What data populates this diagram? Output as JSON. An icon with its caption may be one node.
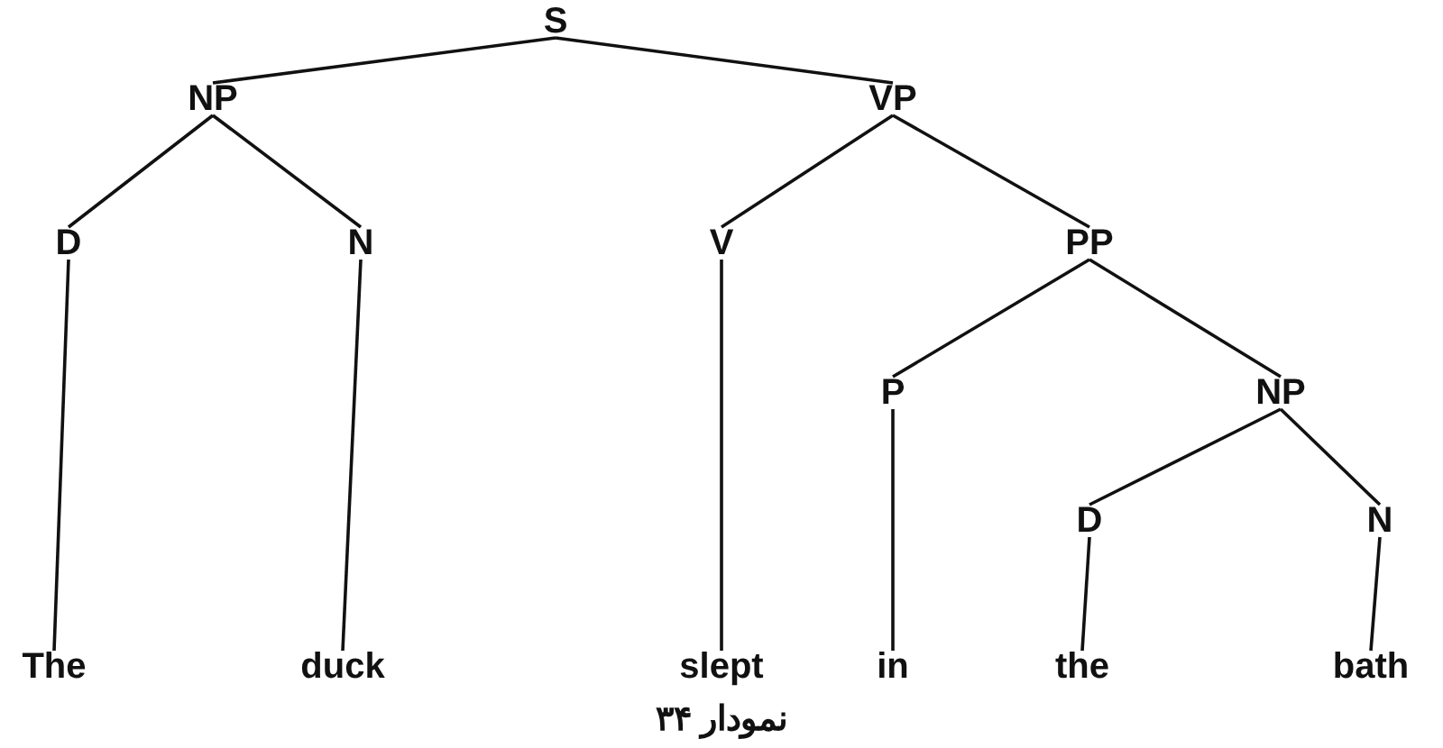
{
  "diagram": {
    "caption": "نمودار ۳۴",
    "nodes": [
      {
        "text": [
          "S"
        ]
      },
      {
        "text": [
          "NP"
        ]
      },
      {
        "text": [
          "VP"
        ]
      },
      {
        "text": [
          "D"
        ]
      },
      {
        "text": [
          "N"
        ]
      },
      {
        "text": [
          "V"
        ]
      },
      {
        "text": [
          "PP"
        ]
      },
      {
        "text": [
          "P"
        ]
      },
      {
        "text": [
          "NP"
        ]
      },
      {
        "text": [
          "D"
        ]
      },
      {
        "text": [
          "N"
        ]
      },
      {
        "text": [
          "The"
        ]
      },
      {
        "text": [
          "duck"
        ]
      },
      {
        "text": [
          "slept"
        ]
      },
      {
        "text": [
          "in"
        ]
      },
      {
        "text": [
          "the"
        ]
      },
      {
        "text": [
          "bath"
        ]
      }
    ],
    "edges": [
      {
        "from": 0,
        "to": 1,
        "arrow": "none"
      },
      {
        "from": 0,
        "to": 2,
        "arrow": "none"
      },
      {
        "from": 1,
        "to": 3,
        "arrow": "none"
      },
      {
        "from": 1,
        "to": 4,
        "arrow": "none"
      },
      {
        "from": 2,
        "to": 5,
        "arrow": "none"
      },
      {
        "from": 2,
        "to": 6,
        "arrow": "none"
      },
      {
        "from": 6,
        "to": 7,
        "arrow": "none"
      },
      {
        "from": 6,
        "to": 8,
        "arrow": "none"
      },
      {
        "from": 8,
        "to": 9,
        "arrow": "none"
      },
      {
        "from": 8,
        "to": 10,
        "arrow": "none"
      },
      {
        "from": 3,
        "to": 11,
        "arrow": "none"
      },
      {
        "from": 4,
        "to": 12,
        "arrow": "none"
      },
      {
        "from": 5,
        "to": 13,
        "arrow": "none"
      },
      {
        "from": 7,
        "to": 14,
        "arrow": "none"
      },
      {
        "from": 9,
        "to": 15,
        "arrow": "none"
      },
      {
        "from": 10,
        "to": 16,
        "arrow": "none"
      }
    ]
  }
}
